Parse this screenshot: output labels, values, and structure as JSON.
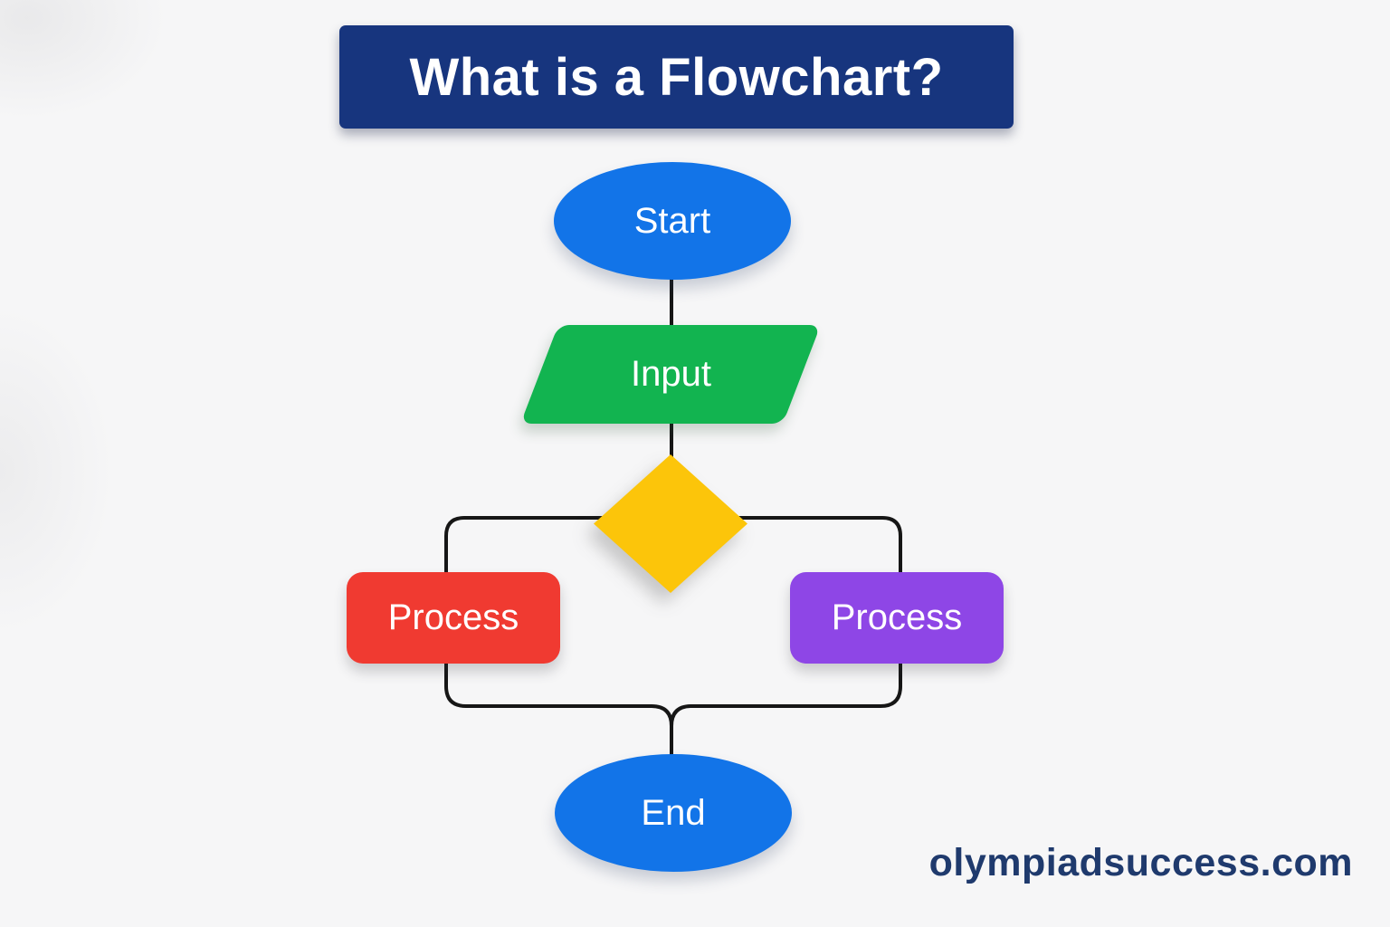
{
  "title": {
    "text": "What is a Flowchart?",
    "bg": "#17357e",
    "text_color": "#ffffff"
  },
  "flowchart": {
    "nodes": [
      {
        "id": "start",
        "label": "Start",
        "shape": "ellipse",
        "color": "#1274e8"
      },
      {
        "id": "input",
        "label": "Input",
        "shape": "parallelogram",
        "color": "#12b450"
      },
      {
        "id": "decision",
        "label": "",
        "shape": "diamond",
        "color": "#fcc50a"
      },
      {
        "id": "process-left",
        "label": "Process",
        "shape": "rounded-rect",
        "color": "#f03a31"
      },
      {
        "id": "process-right",
        "label": "Process",
        "shape": "rounded-rect",
        "color": "#8e46e6"
      },
      {
        "id": "end",
        "label": "End",
        "shape": "ellipse",
        "color": "#1274e8"
      }
    ],
    "edges": [
      {
        "from": "start",
        "to": "input"
      },
      {
        "from": "input",
        "to": "decision"
      },
      {
        "from": "decision",
        "to": "process-left"
      },
      {
        "from": "decision",
        "to": "process-right"
      },
      {
        "from": "process-left",
        "to": "end"
      },
      {
        "from": "process-right",
        "to": "end"
      }
    ]
  },
  "watermark": {
    "text": "olympiadsuccess.com",
    "color": "#1f3a6d"
  },
  "colors": {
    "background": "#f6f6f7",
    "edge_line": "#161616"
  }
}
